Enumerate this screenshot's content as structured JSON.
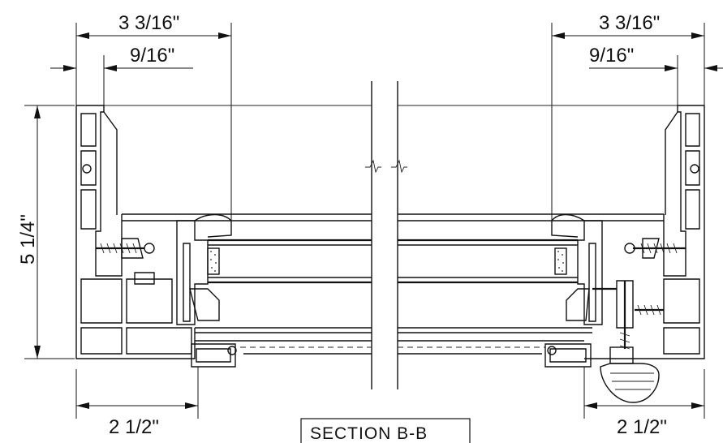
{
  "title": "SECTION B-B",
  "title_parts": [
    "SECTION",
    "B",
    "-",
    "B"
  ],
  "dimensions": {
    "left_overall": "3 3/16\"",
    "left_sightline": "9/16\"",
    "right_overall": "3 3/16\"",
    "right_sightline": "9/16\"",
    "height": "5 1/4\"",
    "left_bottom": "2 1/2\"",
    "right_bottom": "2 1/2\""
  }
}
